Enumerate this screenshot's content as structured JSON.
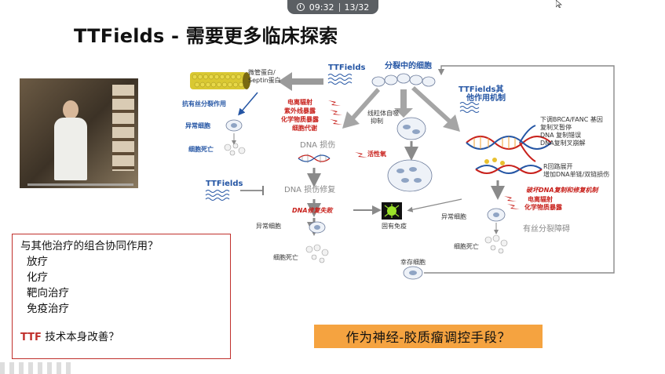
{
  "toolbar": {
    "time": "09:32",
    "page": "13/32"
  },
  "slide": {
    "title": "TTFields - 需要更多临床探索",
    "questions_title": "与其他治疗的组合协同作用？",
    "questions": [
      "放疗",
      "化疗",
      "靶向治疗",
      "免疫治疗"
    ],
    "ttf_prefix": "TTF",
    "ttf_suffix": " 技术本身改善？",
    "callout": "作为神经-胶质瘤调控手段？"
  },
  "diagram": {
    "ttfields_top": "TTFields",
    "dividing_cells": "分裂中的细胞",
    "microtubule": "微管蛋白/",
    "septin": "Septin蛋白",
    "antimitotic": "抗有丝分裂作用",
    "abnormal_cell_1": "异常细胞",
    "cell_death_1": "细胞死亡",
    "ionizing": "电离辐射",
    "uv": "紫外线暴露",
    "chemical": "化学物质暴露",
    "metabolism": "细胞代谢",
    "dna_damage": "DNA 损伤",
    "autophagy_1": "线粒体自噬",
    "autophagy_2": "抑制",
    "ros": "活性氧",
    "ttfields_mid": "TTFields",
    "dna_repair": "DNA 损伤修复",
    "repair_fail": "DNA修复失败",
    "innate": "固有免疫",
    "abnormal_cell_2": "异常细胞",
    "cell_death_2": "细胞死亡",
    "survivor": "幸存细胞",
    "ttf_other_1": "TTFields其",
    "ttf_other_2": "他作用机制",
    "brca": "下调BRCA/FANC 基因",
    "fork_pause": "复制叉暂停",
    "copy_error": "DNA 复制错误",
    "fork_collapse": "DNA复制叉崩解",
    "rloop": "R回路展开",
    "strand_break": "增加DNA单链/双链损伤",
    "destroy_repair": "破坏DNA复制和修复机制",
    "ionizing_2": "电离辐射",
    "chemical_2": "化学物质暴露",
    "abnormal_cell_3": "异常细胞",
    "mitotic_block": "有丝分裂障碍",
    "cell_death_3": "细胞死亡"
  },
  "colors": {
    "accent_red": "#c8211c",
    "accent_blue": "#2455a4",
    "callout": "#f5a340",
    "arrow_grey": "#9a9a9a"
  }
}
